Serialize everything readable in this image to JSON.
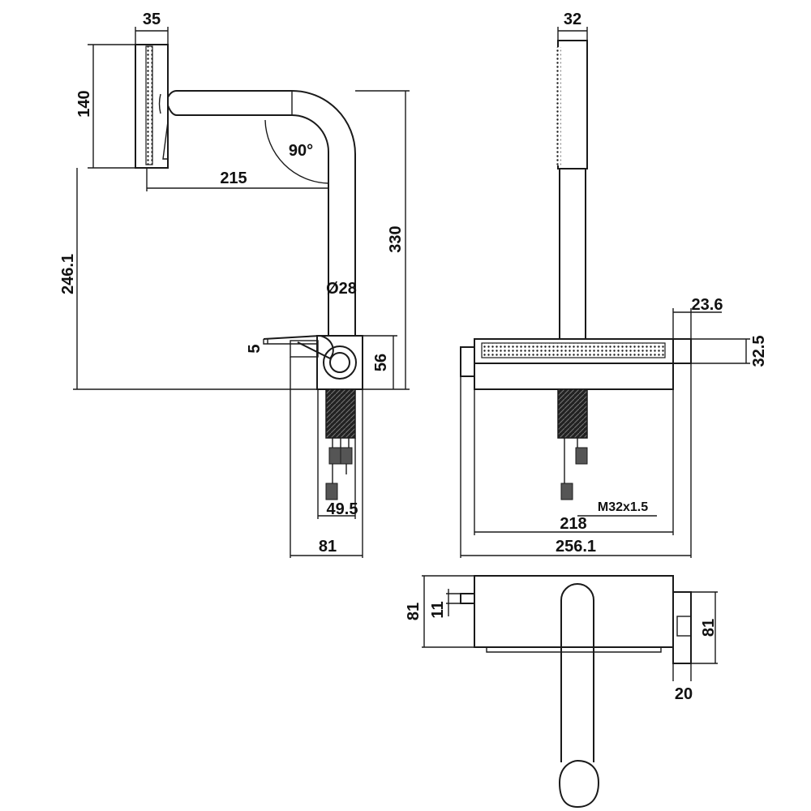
{
  "side_view": {
    "dims": {
      "head_width": "35",
      "head_height": "140",
      "reach": "215",
      "angle": "90°",
      "total_height": "330",
      "spout_height": "246.1",
      "pipe_diameter": "Ø28",
      "lever_offset": "5",
      "base_height": "56",
      "connector_width": "49.5",
      "base_width": "81"
    }
  },
  "front_view": {
    "dims": {
      "handle_width": "32",
      "side_width": "23.6",
      "side_height": "32.5",
      "thread": "M32x1.5",
      "inner_width": "218",
      "overall_width": "256.1"
    }
  },
  "top_view": {
    "dims": {
      "depth_left": "81",
      "step": "11",
      "depth_right": "81",
      "side_offset": "20"
    }
  }
}
